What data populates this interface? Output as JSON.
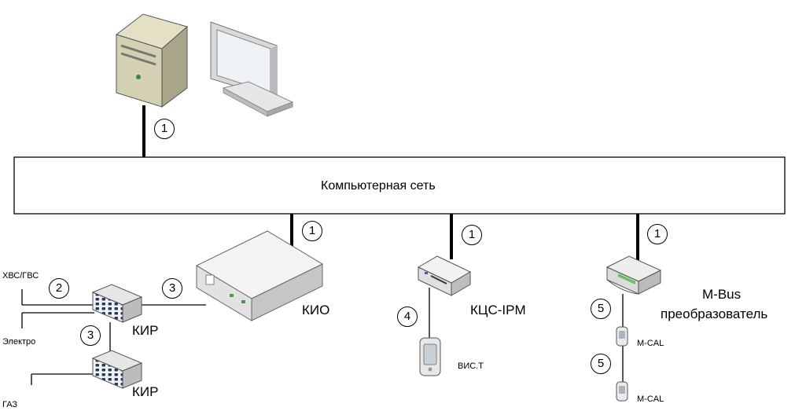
{
  "network": {
    "label": "Компьютерная сеть"
  },
  "devices": {
    "kio": "КИО",
    "kir_top": "КИР",
    "kir_bottom": "КИР",
    "kcs": "КЦС-IPM",
    "vis": "ВИС.Т",
    "mbus_line1": "M-Bus",
    "mbus_line2": "преобразователь",
    "mcal_1": "M-CAL",
    "mcal_2": "M-CAL"
  },
  "inputs": {
    "water": "ХВС/ГВС",
    "electro": "Электро",
    "gas": "ГАЗ"
  },
  "connection_markers": [
    "1",
    "1",
    "1",
    "1",
    "2",
    "3",
    "3",
    "4",
    "5",
    "5"
  ],
  "icons": [
    "server-icon",
    "monitor-icon",
    "controller-box-icon",
    "kir-module-icon",
    "router-icon",
    "handheld-icon",
    "mbus-converter-icon",
    "meter-icon"
  ]
}
